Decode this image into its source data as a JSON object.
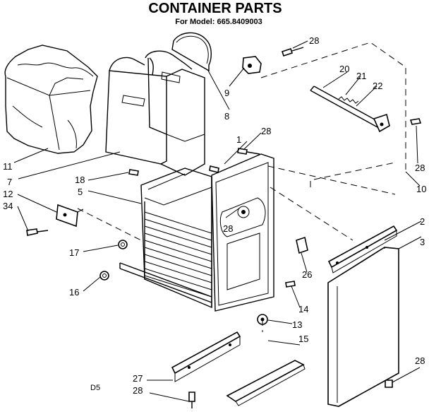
{
  "title": "CONTAINER PARTS",
  "subtitle": "For Model: 665.8409003",
  "corner_code": "D5",
  "callouts": {
    "c1": "1",
    "c2": "2",
    "c3": "3",
    "c5": "5",
    "c7": "7",
    "c8": "8",
    "c9": "9",
    "c10": "10",
    "c11": "11",
    "c12": "12",
    "c13": "13",
    "c14": "14",
    "c15": "15",
    "c16": "16",
    "c17": "17",
    "c18": "18",
    "c20": "20",
    "c21": "21",
    "c22": "22",
    "c26": "26",
    "c27": "27",
    "c28a": "28",
    "c28b": "28",
    "c28c": "28",
    "c28d": "28",
    "c28e": "28",
    "c28f": "28",
    "c34": "34"
  }
}
